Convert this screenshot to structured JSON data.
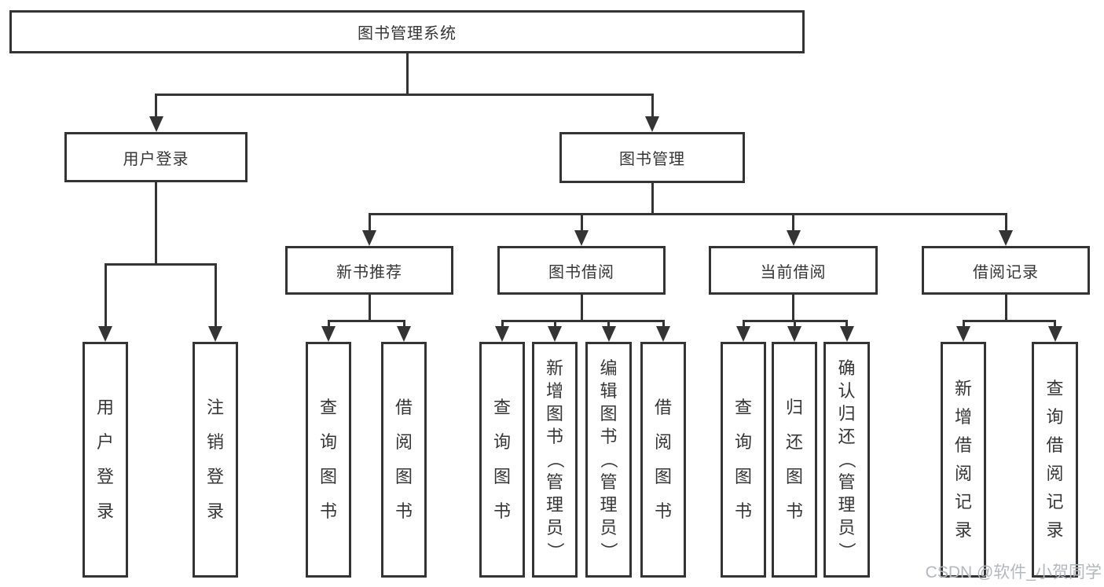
{
  "colors": {
    "line": "#343434",
    "text": "#363636",
    "background": "#ffffff",
    "watermark": "#b4b8bc"
  },
  "watermark": {
    "text": "CSDN @软件_小贺同学"
  },
  "diagram": {
    "title": "图书管理系统",
    "nodes": [
      {
        "id": "root",
        "label": "图书管理系统",
        "level": 1
      },
      {
        "id": "user-login",
        "label": "用户登录",
        "level": 2
      },
      {
        "id": "book-mgmt",
        "label": "图书管理",
        "level": 2
      },
      {
        "id": "new-book-recommend",
        "label": "新书推荐",
        "level": 3
      },
      {
        "id": "book-borrow",
        "label": "图书借阅",
        "level": 3
      },
      {
        "id": "current-borrow",
        "label": "当前借阅",
        "level": 3
      },
      {
        "id": "borrow-records",
        "label": "借阅记录",
        "level": 3
      },
      {
        "id": "leaf-user-login",
        "label": "用户登录",
        "level": 4
      },
      {
        "id": "leaf-logout",
        "label": "注销登录",
        "level": 4
      },
      {
        "id": "leaf-nbr-query",
        "label": "查询图书",
        "level": 4
      },
      {
        "id": "leaf-nbr-borrow",
        "label": "借阅图书",
        "level": 4
      },
      {
        "id": "leaf-bb-query",
        "label": "查询图书",
        "level": 4
      },
      {
        "id": "leaf-bb-add",
        "label": "新增图书（管理员）",
        "level": 4
      },
      {
        "id": "leaf-bb-edit",
        "label": "编辑图书（管理员）",
        "level": 4
      },
      {
        "id": "leaf-bb-borrow",
        "label": "借阅图书",
        "level": 4
      },
      {
        "id": "leaf-cb-query",
        "label": "查询图书",
        "level": 4
      },
      {
        "id": "leaf-cb-return",
        "label": "归还图书",
        "level": 4
      },
      {
        "id": "leaf-cb-confirm",
        "label": "确认归还（管理员）",
        "level": 4
      },
      {
        "id": "leaf-br-add",
        "label": "新增借阅记录",
        "level": 4
      },
      {
        "id": "leaf-br-query",
        "label": "查询借阅记录",
        "level": 4
      }
    ],
    "edges": [
      [
        "root",
        "user-login"
      ],
      [
        "root",
        "book-mgmt"
      ],
      [
        "user-login",
        "leaf-user-login"
      ],
      [
        "user-login",
        "leaf-logout"
      ],
      [
        "book-mgmt",
        "new-book-recommend"
      ],
      [
        "book-mgmt",
        "book-borrow"
      ],
      [
        "book-mgmt",
        "current-borrow"
      ],
      [
        "book-mgmt",
        "borrow-records"
      ],
      [
        "new-book-recommend",
        "leaf-nbr-query"
      ],
      [
        "new-book-recommend",
        "leaf-nbr-borrow"
      ],
      [
        "book-borrow",
        "leaf-bb-query"
      ],
      [
        "book-borrow",
        "leaf-bb-add"
      ],
      [
        "book-borrow",
        "leaf-bb-edit"
      ],
      [
        "book-borrow",
        "leaf-bb-borrow"
      ],
      [
        "current-borrow",
        "leaf-cb-query"
      ],
      [
        "current-borrow",
        "leaf-cb-return"
      ],
      [
        "current-borrow",
        "leaf-cb-confirm"
      ],
      [
        "borrow-records",
        "leaf-br-add"
      ],
      [
        "borrow-records",
        "leaf-br-query"
      ]
    ]
  }
}
